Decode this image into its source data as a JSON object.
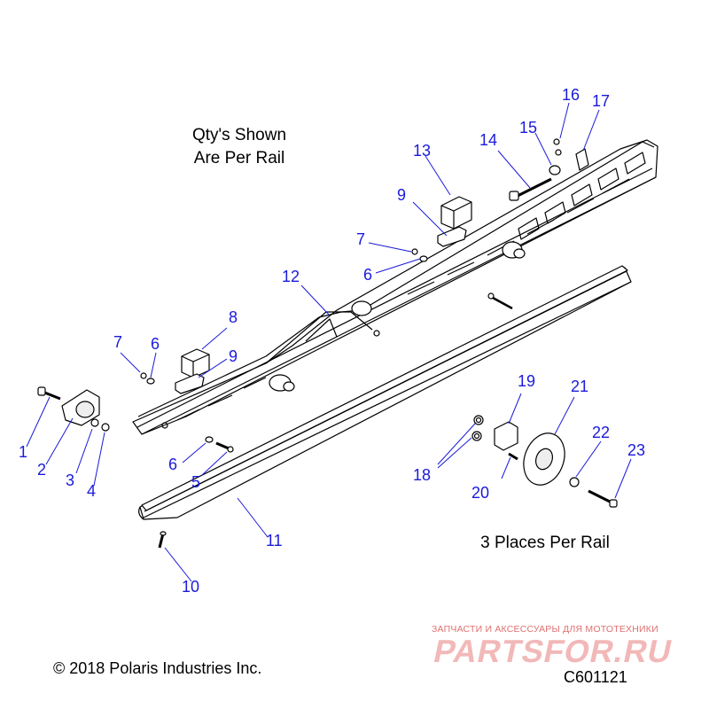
{
  "notes": {
    "qty_line1": "Qty's Shown",
    "qty_line2": "Are Per Rail",
    "places": "3 Places Per Rail"
  },
  "footer": {
    "copyright": "© 2018 Polaris Industries Inc.",
    "code": "C601121"
  },
  "watermark": {
    "tagline": "ЗАПЧАСТИ И АКСЕССУАРЫ ДЛЯ МОТОТЕХНИКИ",
    "logo": "PARTSFOR.RU"
  },
  "callouts": {
    "c1": "1",
    "c2": "2",
    "c3": "3",
    "c4": "4",
    "c5": "5",
    "c6a": "6",
    "c6b": "6",
    "c6c": "6",
    "c7a": "7",
    "c7b": "7",
    "c8": "8",
    "c9a": "9",
    "c9b": "9",
    "c10": "10",
    "c11": "11",
    "c12": "12",
    "c13": "13",
    "c14": "14",
    "c15": "15",
    "c16": "16",
    "c17": "17",
    "c18": "18",
    "c19": "19",
    "c20": "20",
    "c21": "21",
    "c22": "22",
    "c23": "23"
  },
  "colors": {
    "callout": "#1a1adb",
    "line": "#1a1adb",
    "part": "#000000"
  }
}
